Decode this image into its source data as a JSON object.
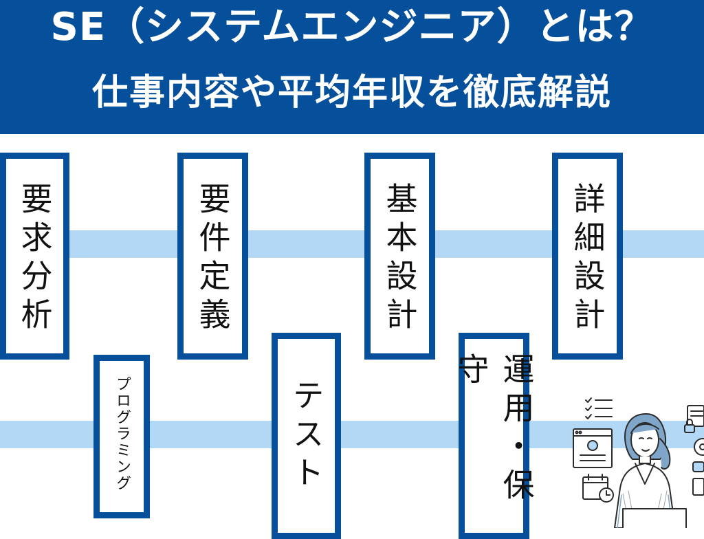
{
  "header": {
    "title_line1": "SE（システムエンジニア）とは？",
    "title_line2": "仕事内容や平均年収を徹底解説"
  },
  "steps": {
    "requirements_analysis": "要求分析",
    "requirements_definition": "要件定義",
    "basic_design": "基本設計",
    "detailed_design": "詳細設計",
    "programming": "プログラミング",
    "testing": "テスト",
    "operation_maintenance": "運用・保守"
  },
  "colors": {
    "header_bg": "#06509b",
    "box_border": "#06509b",
    "band": "#b2d8f5"
  },
  "illustration": {
    "subject": "woman-at-laptop",
    "icons": [
      "checklist-icon",
      "browser-window-icon",
      "calendar-clock-icon",
      "document-lock-icon",
      "gear-icon"
    ]
  }
}
